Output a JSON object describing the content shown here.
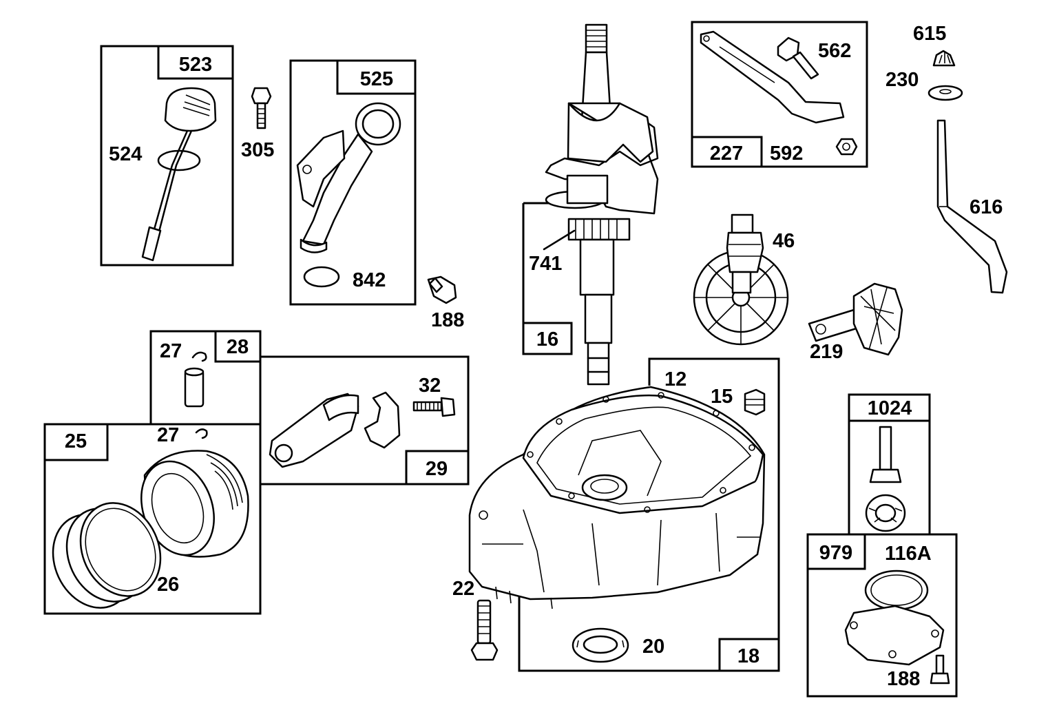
{
  "groups": {
    "g523": "523",
    "g525": "525",
    "g16": "16",
    "g227": "227",
    "g28": "28",
    "g25": "25",
    "g29": "29",
    "g18": "18",
    "g1024": "1024",
    "g979": "979"
  },
  "parts": {
    "p524": "524",
    "p305": "305",
    "p842": "842",
    "p188a": "188",
    "p741": "741",
    "p562": "562",
    "p592": "592",
    "p615": "615",
    "p230": "230",
    "p616": "616",
    "p46": "46",
    "p219": "219",
    "p27a": "27",
    "p27b": "27",
    "p32": "32",
    "p26": "26",
    "p12": "12",
    "p15": "15",
    "p22": "22",
    "p20": "20",
    "p116A": "116A",
    "p188b": "188"
  }
}
